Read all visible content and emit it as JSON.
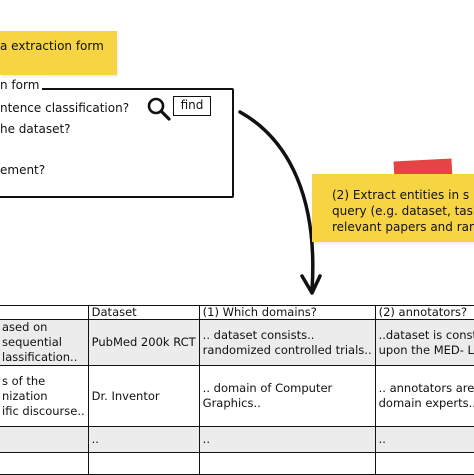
{
  "sticky_note_top": {
    "text": "a extraction form"
  },
  "form": {
    "label": "n form",
    "questions": [
      "ntence classification?",
      "he dataset?",
      "ement?"
    ],
    "find_button": "find"
  },
  "sticky_note_right": {
    "lines": [
      "(2) Extract entities in s",
      "query (e.g. dataset, task",
      "relevant papers and ran"
    ]
  },
  "table": {
    "headers": [
      "",
      "Dataset",
      "(1) Which domains?",
      "(2) annotators?"
    ],
    "rows": [
      {
        "col0": [
          "ased on",
          "sequential",
          "lassification.."
        ],
        "col1": [
          "PubMed 200k RCT"
        ],
        "col2": [
          ".. dataset consists..",
          "randomized controlled trials.."
        ],
        "col3": [
          "..dataset is constr",
          "upon the MED- LIN"
        ]
      },
      {
        "col0": [
          "s of the",
          "nization",
          "ific discourse.."
        ],
        "col1": [
          "Dr. Inventor"
        ],
        "col2": [
          ".. domain of Computer",
          "Graphics.."
        ],
        "col3": [
          ".. annotators are m",
          "domain experts.."
        ]
      },
      {
        "col0": [
          ""
        ],
        "col1": [
          ".."
        ],
        "col2": [
          ".."
        ],
        "col3": [
          ".."
        ]
      }
    ]
  }
}
